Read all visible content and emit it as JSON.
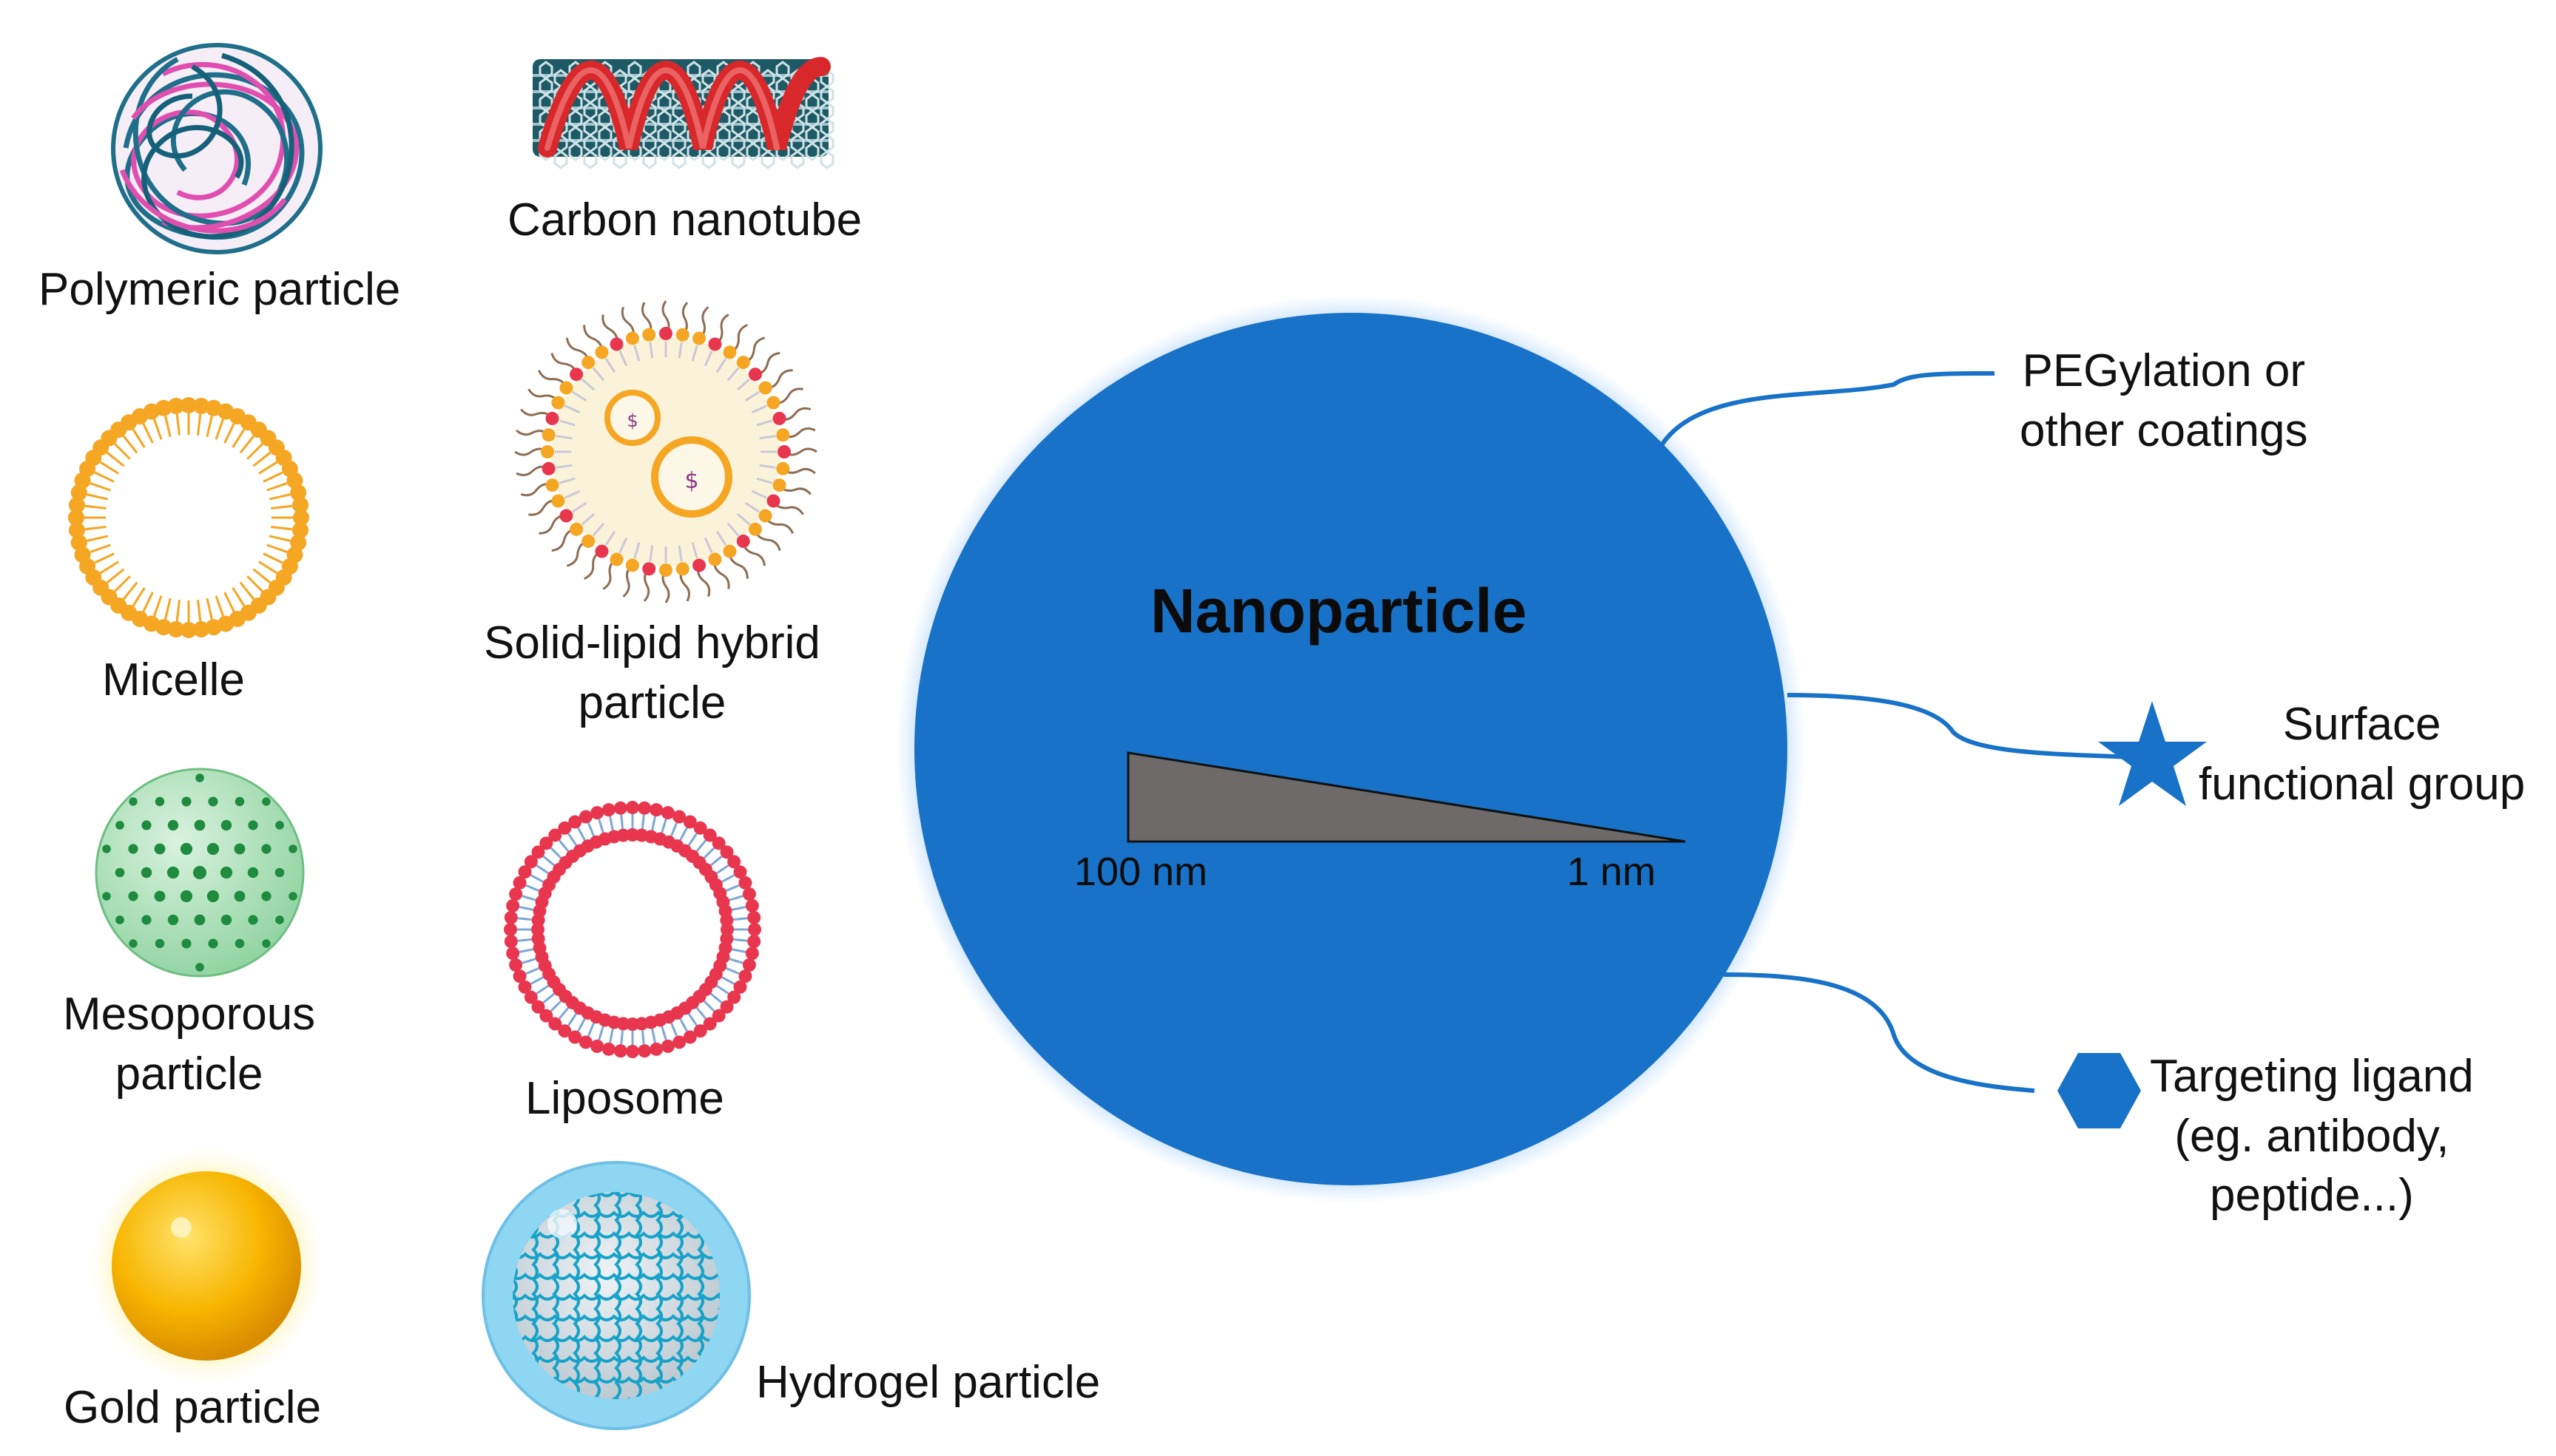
{
  "center": {
    "title": "Nanoparticle",
    "scale_left": "100 nm",
    "scale_right": "1 nm",
    "color": "#1772C8"
  },
  "particles": {
    "polymeric": "Polymeric particle",
    "carbon_nanotube": "Carbon nanotube",
    "micelle": "Micelle",
    "solid_lipid": [
      "Solid-lipid hybrid",
      "particle"
    ],
    "mesoporous": [
      "Mesoporous",
      "particle"
    ],
    "liposome": "Liposome",
    "gold": "Gold particle",
    "hydrogel": "Hydrogel particle"
  },
  "features": {
    "pegylation": [
      "PEGylation or",
      "other coatings"
    ],
    "surface_group": [
      "Surface",
      "functional group"
    ],
    "targeting": [
      "Targeting ligand",
      "(eg. antibody,",
      "peptide...)"
    ]
  },
  "colors": {
    "accent_blue": "#1772C8",
    "micelle_orange": "#F5A623",
    "liposome_red": "#E8364F",
    "gold": "#F7B500",
    "mesoporous_green": "#2E9E4F"
  }
}
